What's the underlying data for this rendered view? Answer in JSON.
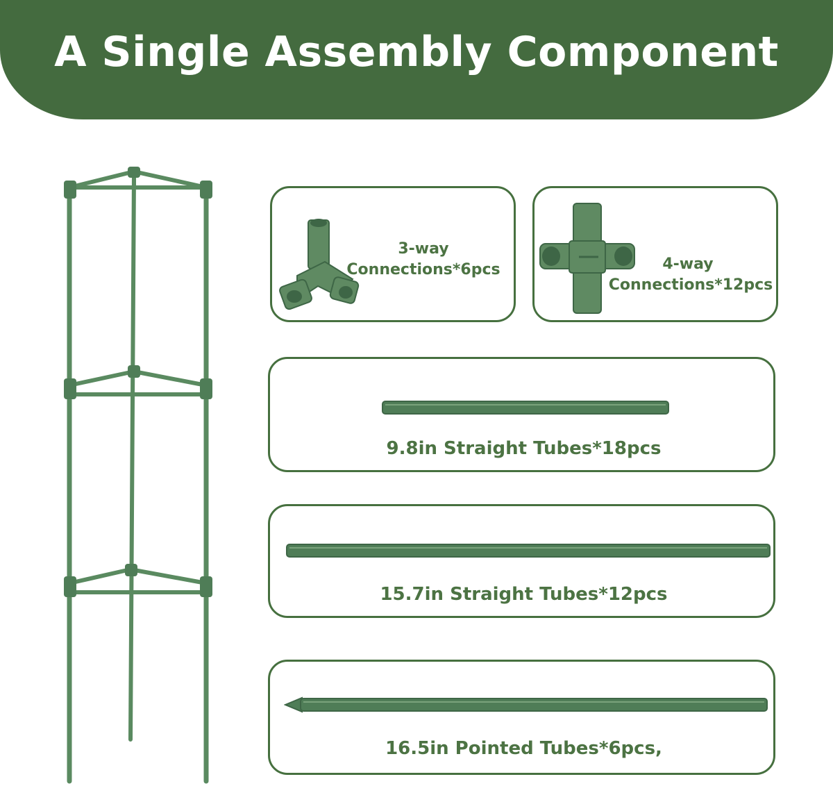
{
  "banner": {
    "title": "A Single Assembly Component",
    "color": "#446b3f"
  },
  "components": {
    "three_way": {
      "line1": "3-way",
      "line2": "Connections*6pcs",
      "icon": "three-way-connector-icon"
    },
    "four_way": {
      "line1": "4-way",
      "line2": "Connections*12pcs",
      "icon": "four-way-connector-icon"
    },
    "tube_short": {
      "label": "9.8in Straight Tubes*18pcs",
      "icon": "straight-tube-icon"
    },
    "tube_long": {
      "label": "15.7in Straight Tubes*12pcs",
      "icon": "straight-tube-icon"
    },
    "tube_pointed": {
      "label": "16.5in Pointed Tubes*6pcs,",
      "icon": "pointed-tube-icon"
    }
  },
  "colors": {
    "border": "#46703f",
    "text": "#4c7343",
    "part": "#5f8a62",
    "part_dark": "#3e6646"
  }
}
